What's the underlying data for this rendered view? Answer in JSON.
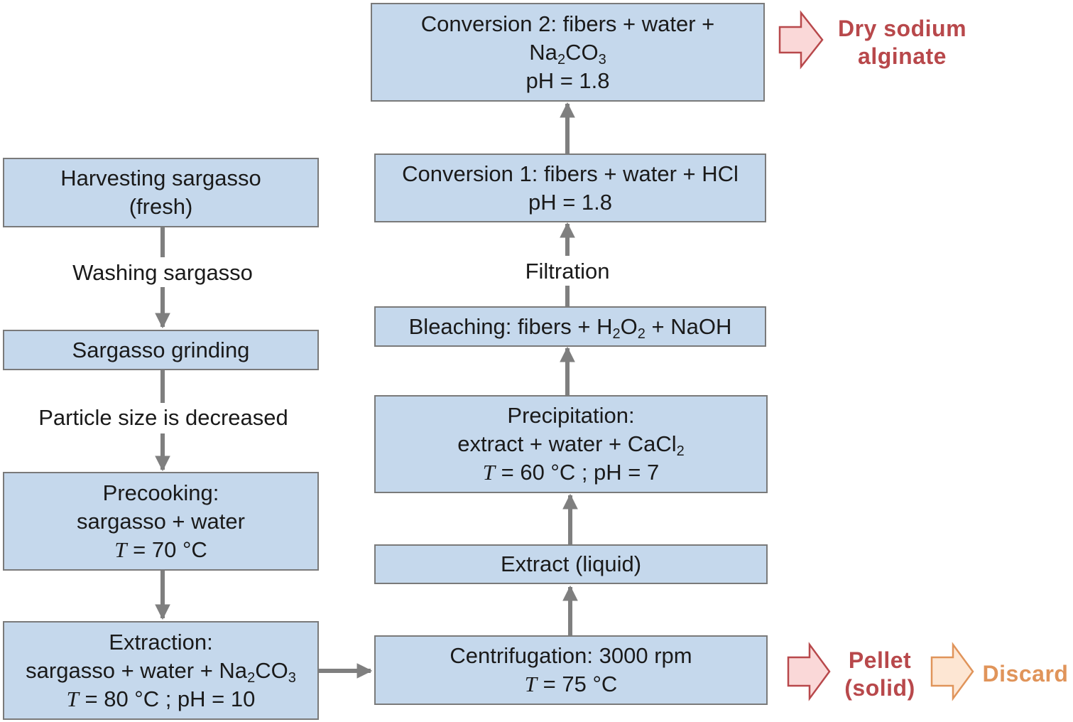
{
  "nodes": {
    "harvesting": {
      "line1": "Harvesting sargasso",
      "line2": "(fresh)"
    },
    "grinding": {
      "line1": "Sargasso grinding"
    },
    "precooking": {
      "line1": "Precooking:",
      "line2": "sargasso + water",
      "T_symbol": "T",
      "line3": " = 70 °C"
    },
    "extraction": {
      "line1": "Extraction:",
      "line2_pre": "sargasso + water + Na",
      "sub_a": "2",
      "line2_mid": "CO",
      "sub_b": "3",
      "T_symbol": "T",
      "line3": " = 80 °C ; pH = 10"
    },
    "centrifugation": {
      "line1": "Centrifugation: 3000 rpm",
      "T_symbol": "T",
      "line2": " = 75 °C"
    },
    "extract": {
      "line1": "Extract (liquid)"
    },
    "precipitation": {
      "line1": "Precipitation:",
      "line2_pre": "extract + water + CaCl",
      "sub": "2",
      "T_symbol": "T",
      "line3": " = 60 °C ; pH = 7"
    },
    "bleaching": {
      "pre": "Bleaching: fibers + H",
      "sub_a": "2",
      "mid": "O",
      "sub_b": "2",
      "post": " + NaOH"
    },
    "conversion1": {
      "line1": "Conversion 1: fibers + water + HCl",
      "line2": "pH = 1.8"
    },
    "conversion2": {
      "line1": "Conversion 2: fibers + water +",
      "line2_pre": "Na",
      "sub_a": "2",
      "line2_mid": "CO",
      "sub_b": "3",
      "line3": "pH = 1.8"
    }
  },
  "edge_labels": {
    "washing": "Washing sargasso",
    "particle": "Particle size is decreased",
    "filtration": "Filtration"
  },
  "outputs": {
    "dry_line1": "Dry sodium",
    "dry_line2": "alginate",
    "pellet_line1": "Pellet",
    "pellet_line2": "(solid)",
    "discard": "Discard"
  },
  "colors": {
    "box_fill": "#c5d8ec",
    "box_border": "#7a7a7a",
    "arrow": "#7f7f7f",
    "output_red": "#b8484b",
    "output_orange": "#e0945a",
    "red_arrow_fill": "#fad8d8",
    "orange_arrow_fill": "#fde6d3"
  }
}
